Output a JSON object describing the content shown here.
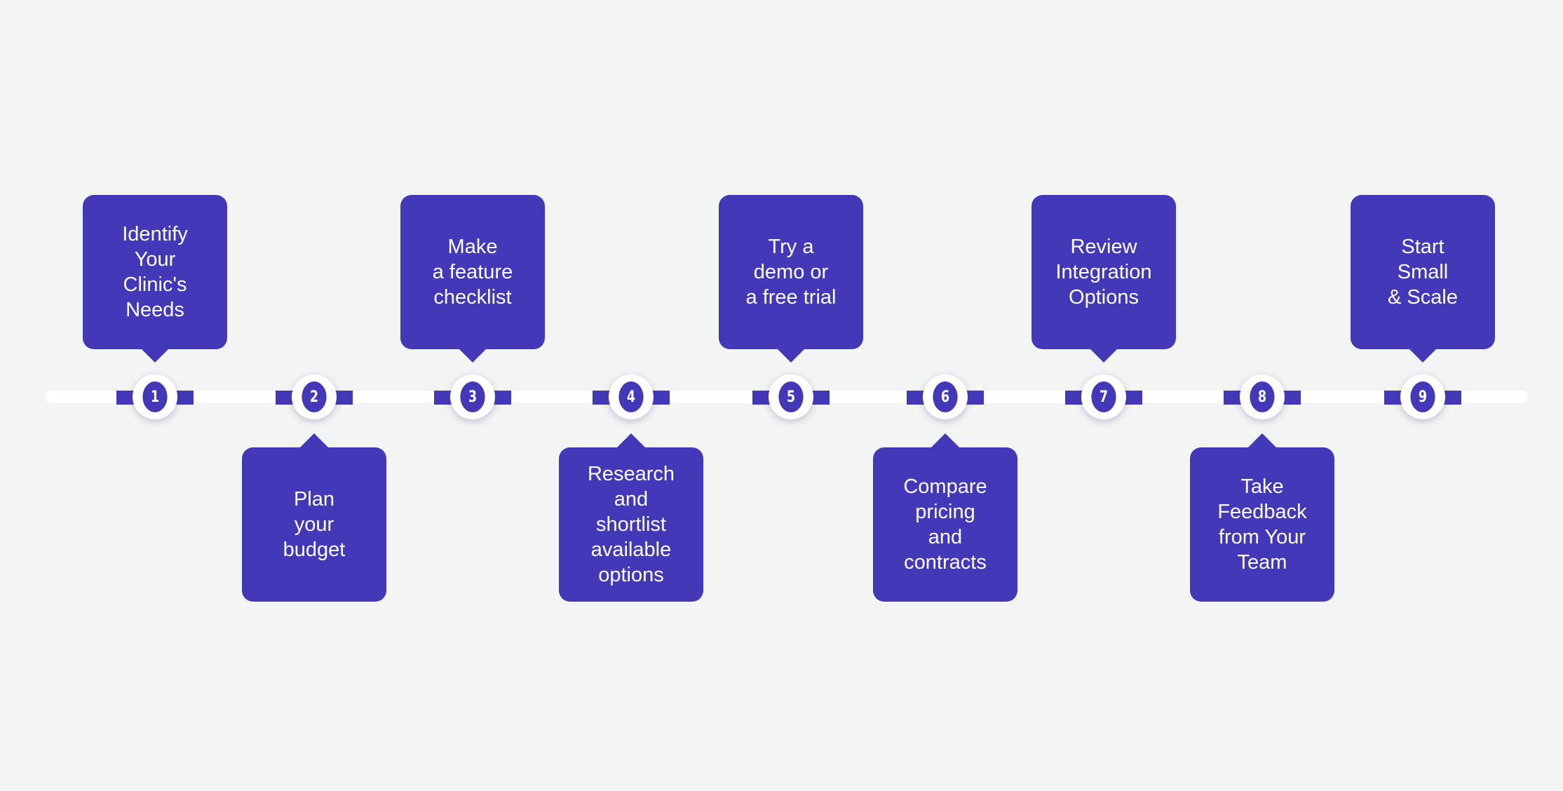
{
  "colors": {
    "background": "#f3f4f4",
    "track": "#ffffff",
    "accent": "#4338b8",
    "text_on_accent": "#ffffff"
  },
  "steps": [
    {
      "number": "1",
      "label": "Identify\nYour\nClinic's\nNeeds",
      "position": "above"
    },
    {
      "number": "2",
      "label": "Plan\nyour\nbudget",
      "position": "below"
    },
    {
      "number": "3",
      "label": "Make\na feature\nchecklist",
      "position": "above"
    },
    {
      "number": "4",
      "label": "Research\nand\nshortlist\navailable\noptions",
      "position": "below"
    },
    {
      "number": "5",
      "label": "Try a\ndemo or\na free trial",
      "position": "above"
    },
    {
      "number": "6",
      "label": "Compare\npricing\nand\ncontracts",
      "position": "below"
    },
    {
      "number": "7",
      "label": "Review\nIntegration\nOptions",
      "position": "above"
    },
    {
      "number": "8",
      "label": "Take\nFeedback\nfrom Your\nTeam",
      "position": "below"
    },
    {
      "number": "9",
      "label": "Start\nSmall\n& Scale",
      "position": "above"
    }
  ]
}
